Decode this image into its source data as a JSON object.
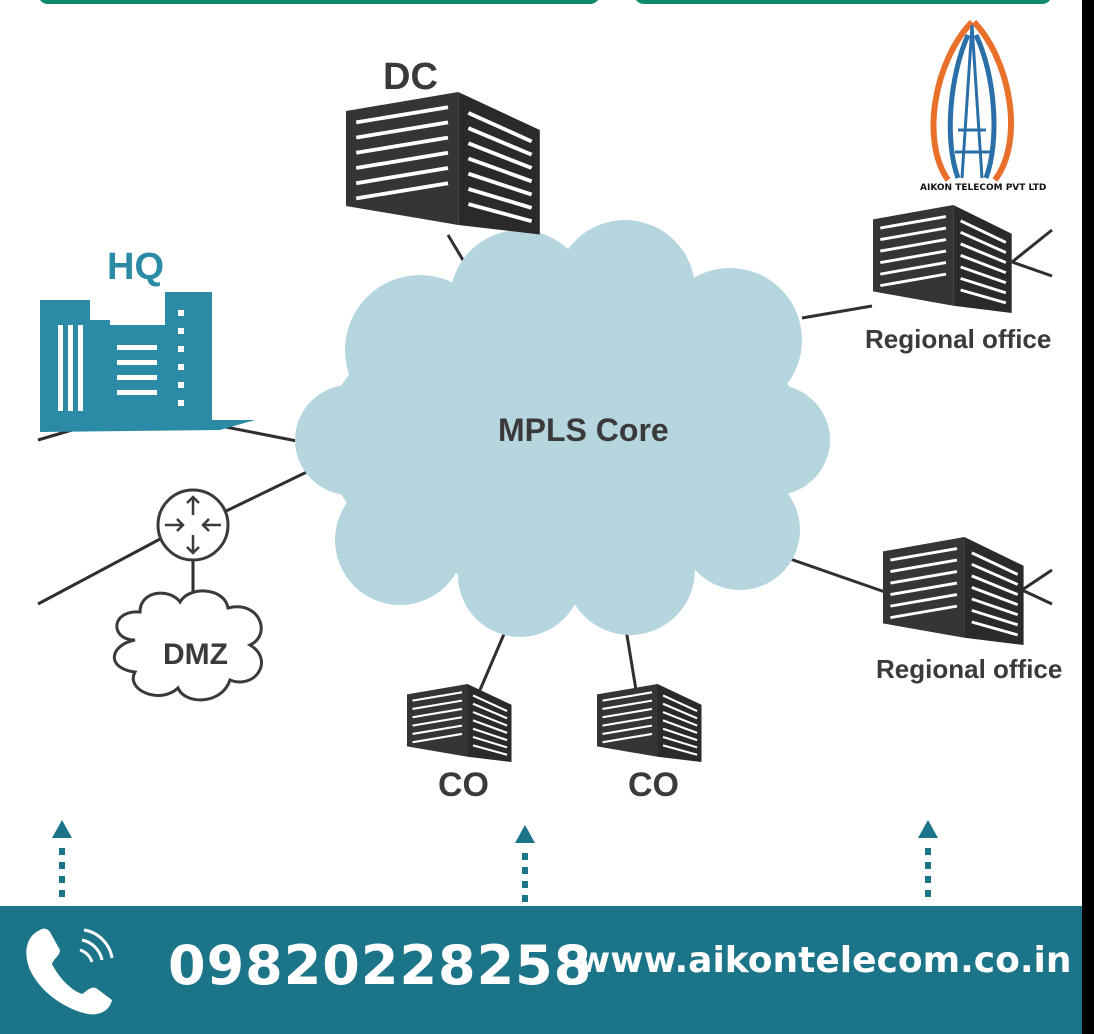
{
  "colors": {
    "teal": "#1c7489",
    "green_bar": "#0f8a6a",
    "cloud": "#b5d6de",
    "building_dark": "#353535",
    "hq_blue": "#2b8aa6",
    "logo_orange": "#e8702a",
    "logo_blue": "#2a6fa8"
  },
  "diagram": {
    "core_label": "MPLS Core",
    "nodes": {
      "dc": "DC",
      "hq": "HQ",
      "regional_office_1": "Regional office",
      "regional_office_2": "Regional office",
      "dmz": "DMZ",
      "co_1": "CO",
      "co_2": "CO"
    }
  },
  "logo": {
    "company": "AIKON TELECOM PVT LTD",
    "icon": "tower-logo-icon"
  },
  "footer": {
    "phone": "09820228258",
    "website": "www.aikontelecom.co.in",
    "phone_icon": "phone-icon"
  },
  "arrows": {
    "icon": "dotted-up-arrow-icon",
    "count": 3
  }
}
